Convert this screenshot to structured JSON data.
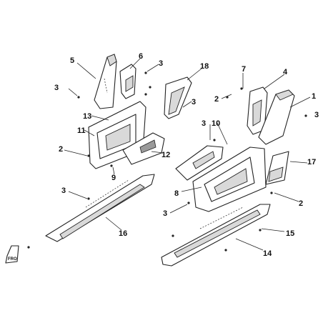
{
  "callouts": [
    {
      "id": "c5",
      "text": "5"
    },
    {
      "id": "c6",
      "text": "6"
    },
    {
      "id": "c3a",
      "text": "3"
    },
    {
      "id": "c3b",
      "text": "3"
    },
    {
      "id": "c18",
      "text": "18"
    },
    {
      "id": "c7",
      "text": "7"
    },
    {
      "id": "c4",
      "text": "4"
    },
    {
      "id": "c2a",
      "text": "2"
    },
    {
      "id": "c1",
      "text": "1"
    },
    {
      "id": "c3c",
      "text": "3"
    },
    {
      "id": "c3d",
      "text": "3"
    },
    {
      "id": "c13",
      "text": "13"
    },
    {
      "id": "c11",
      "text": "11"
    },
    {
      "id": "c3e",
      "text": "3"
    },
    {
      "id": "c10",
      "text": "10"
    },
    {
      "id": "c2b",
      "text": "2"
    },
    {
      "id": "c12",
      "text": "12"
    },
    {
      "id": "c17",
      "text": "17"
    },
    {
      "id": "c9",
      "text": "9"
    },
    {
      "id": "c3f",
      "text": "3"
    },
    {
      "id": "c8",
      "text": "8"
    },
    {
      "id": "c2c",
      "text": "2"
    },
    {
      "id": "c3g",
      "text": "3"
    },
    {
      "id": "c16",
      "text": "16"
    },
    {
      "id": "c15",
      "text": "15"
    },
    {
      "id": "c14",
      "text": "14"
    }
  ],
  "front_badge": "FRO"
}
